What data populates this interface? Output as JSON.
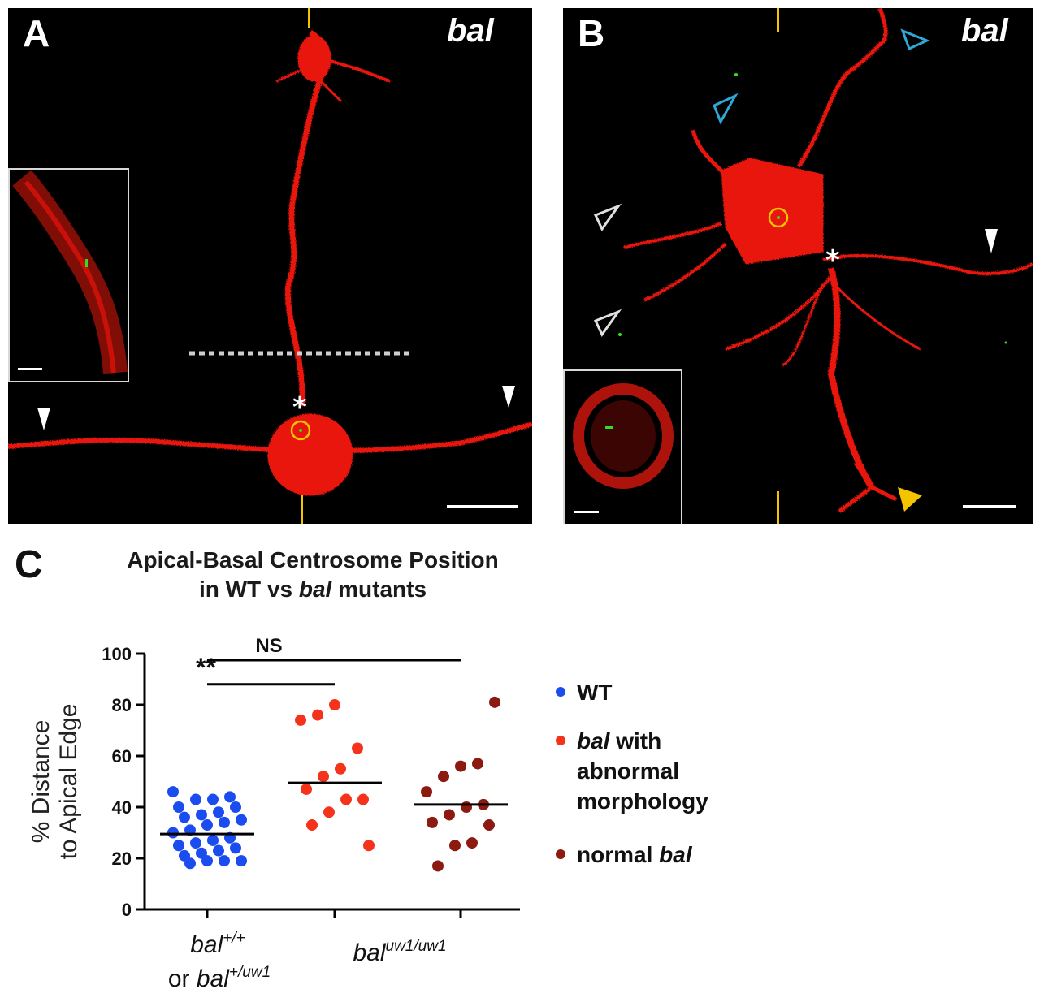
{
  "panel_a": {
    "letter": "A",
    "gene_label": "bal"
  },
  "panel_b": {
    "letter": "B",
    "gene_label": "bal"
  },
  "panel_c": {
    "letter": "C",
    "title_line1": "Apical-Basal Centrosome Position",
    "title_line2_pre": "in WT vs ",
    "title_line2_gene": "bal",
    "title_line2_post": " mutants"
  },
  "colors": {
    "cell_red": "#e8140c",
    "centrosome_green": "#33dd22",
    "yellow_marker": "#f5c400",
    "wt_blue": "#1a4cf0",
    "abnormal_red": "#f5331c",
    "normal_darkred": "#8c1a10",
    "cyan_arrow": "#2fa8d8"
  },
  "chart_data": {
    "type": "scatter",
    "ylabel": "% Distance to Apical Edge",
    "ylim": [
      0,
      100
    ],
    "yticks": [
      0,
      20,
      40,
      60,
      80,
      100
    ],
    "xtick_labels": [
      {
        "base": "bal",
        "sup": "+/+",
        "line2_pre": "or ",
        "line2_base": "bal",
        "line2_sup": "+/uw1"
      },
      {
        "base": "bal",
        "sup": "uw1/uw1"
      }
    ],
    "series": [
      {
        "name": "WT",
        "color": "#1a4cf0",
        "x": 1,
        "mean": 29.5,
        "values": [
          46,
          44,
          43,
          43,
          40,
          40,
          38,
          37,
          36,
          35,
          34,
          33,
          31,
          30,
          28,
          27,
          26,
          25,
          24,
          23,
          22,
          21,
          19,
          19,
          19,
          18
        ]
      },
      {
        "name": "bal with abnormal morphology",
        "color": "#f5331c",
        "x": 2,
        "mean": 49.5,
        "values": [
          80,
          76,
          74,
          63,
          55,
          52,
          47,
          43,
          43,
          38,
          33,
          25
        ]
      },
      {
        "name": "normal bal",
        "color": "#8c1a10",
        "x": 3,
        "mean": 41,
        "values": [
          81,
          57,
          56,
          52,
          46,
          41,
          40,
          37,
          34,
          33,
          26,
          25,
          17
        ]
      }
    ],
    "significance": [
      {
        "from": 1,
        "to": 2,
        "label": "**",
        "y_level": 88
      },
      {
        "from": 1,
        "to": 3,
        "label": "NS",
        "y_level": 100
      }
    ],
    "legend": [
      {
        "text": "WT",
        "color": "#1a4cf0"
      },
      {
        "text_italic": "bal",
        "text_rest": " with",
        "line2": "abnormal",
        "line3": "morphology",
        "color": "#f5331c"
      },
      {
        "text_pre": "normal ",
        "text_italic": "bal",
        "color": "#8c1a10"
      }
    ]
  }
}
